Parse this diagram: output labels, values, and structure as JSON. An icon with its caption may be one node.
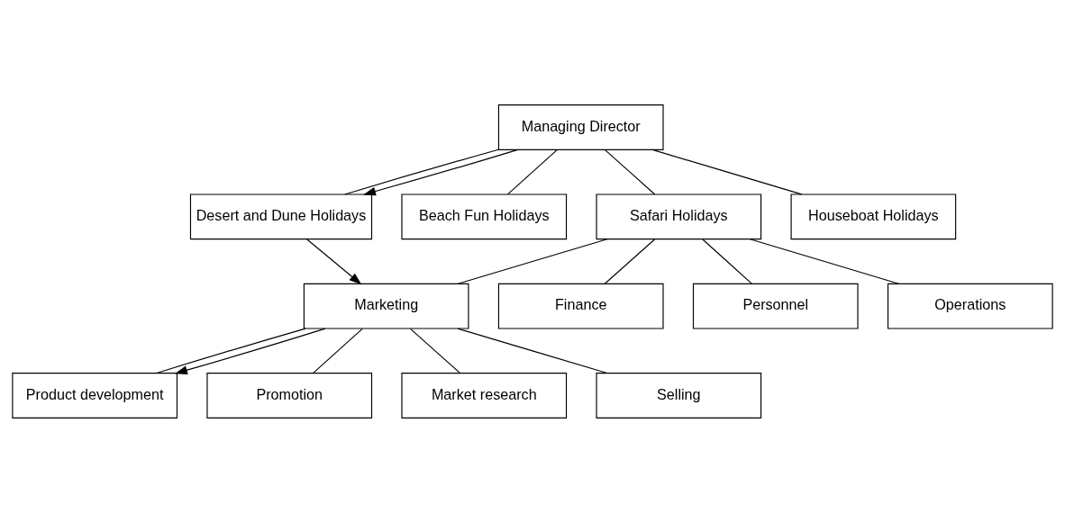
{
  "diagram": {
    "nodes": [
      {
        "text": [
          "Managing Director"
        ]
      },
      {
        "text": [
          "Desert and Dune Holidays"
        ]
      },
      {
        "text": [
          "Beach Fun Holidays"
        ]
      },
      {
        "text": [
          "Safari Holidays"
        ]
      },
      {
        "text": [
          "Houseboat Holidays"
        ]
      },
      {
        "text": [
          "Finance"
        ]
      },
      {
        "text": [
          "Marketing"
        ]
      },
      {
        "text": [
          "Personnel"
        ]
      },
      {
        "text": [
          "Operations"
        ]
      },
      {
        "text": [
          "Product development"
        ]
      },
      {
        "text": [
          "Promotion"
        ]
      },
      {
        "text": [
          "Market research"
        ]
      },
      {
        "text": [
          "Selling"
        ]
      }
    ],
    "edges": [
      {
        "from": 0,
        "to": 1,
        "arrow": "none"
      },
      {
        "from": 0,
        "to": 2,
        "arrow": "none"
      },
      {
        "from": 0,
        "to": 3,
        "arrow": "none"
      },
      {
        "from": 0,
        "to": 4,
        "arrow": "none"
      },
      {
        "from": 3,
        "to": 5,
        "arrow": "none"
      },
      {
        "from": 3,
        "to": 6,
        "arrow": "none"
      },
      {
        "from": 3,
        "to": 7,
        "arrow": "none"
      },
      {
        "from": 3,
        "to": 8,
        "arrow": "none"
      },
      {
        "from": 6,
        "to": 9,
        "arrow": "none"
      },
      {
        "from": 6,
        "to": 10,
        "arrow": "none"
      },
      {
        "from": 6,
        "to": 11,
        "arrow": "none"
      },
      {
        "from": 6,
        "to": 12,
        "arrow": "none"
      },
      {
        "from": 0,
        "to": 1,
        "arrow": "to"
      },
      {
        "from": 1,
        "to": 6,
        "arrow": "to"
      },
      {
        "from": 6,
        "to": 9,
        "arrow": "to"
      }
    ]
  }
}
